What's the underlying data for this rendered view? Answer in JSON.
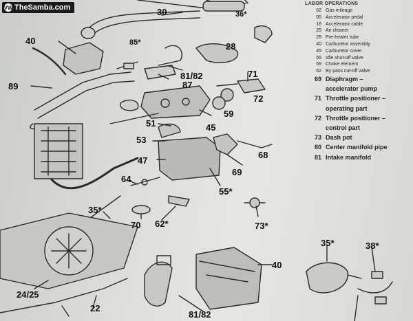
{
  "watermark": {
    "site": "TheSamba.com",
    "logo": "VW"
  },
  "legend": {
    "title": "LABOR OPERATIONS",
    "items": [
      {
        "num": "02",
        "text": "Gas mileage"
      },
      {
        "num": "05",
        "text": "Accelerator pedal"
      },
      {
        "num": "16",
        "text": "Accelerator cable"
      },
      {
        "num": "25",
        "text": "Air cleaner"
      },
      {
        "num": "28",
        "text": "Pre-heater tube"
      },
      {
        "num": "40",
        "text": "Carburetor assembly"
      },
      {
        "num": "45",
        "text": "Carburetor cover"
      },
      {
        "num": "55",
        "text": "Idle shut-off valve"
      },
      {
        "num": "59",
        "text": "Choke element"
      },
      {
        "num": "62",
        "text": "By pass cut-off valve"
      },
      {
        "num": "69",
        "text": "Diaphragm –"
      },
      {
        "num": "",
        "text": "accelerator pump"
      },
      {
        "num": "71",
        "text": "Throttle positioner –"
      },
      {
        "num": "",
        "text": "operating part"
      },
      {
        "num": "72",
        "text": "Throttle positioner –"
      },
      {
        "num": "",
        "text": "control part"
      },
      {
        "num": "73",
        "text": "Dash pot"
      },
      {
        "num": "80",
        "text": "Center manifold pipe"
      },
      {
        "num": "81",
        "text": "Intake manifold"
      }
    ]
  },
  "callouts": {
    "c30": "30",
    "c36": "36*",
    "c40a": "40",
    "c85": "85*",
    "c28": "28",
    "c81a": "81/82",
    "c87": "87",
    "c89": "89",
    "c71": "71",
    "c72": "72",
    "c59": "59",
    "c51": "51",
    "c45": "45",
    "c53": "53",
    "c68": "68",
    "c47": "47",
    "c69": "69",
    "c55": "55*",
    "c64": "64",
    "c35a": "35*",
    "c70": "70",
    "c62": "62*",
    "c73": "73*",
    "c40b": "40",
    "c35b": "35*",
    "c38": "38*",
    "c24": "24/25",
    "c22": "22",
    "c81b": "81/82"
  }
}
